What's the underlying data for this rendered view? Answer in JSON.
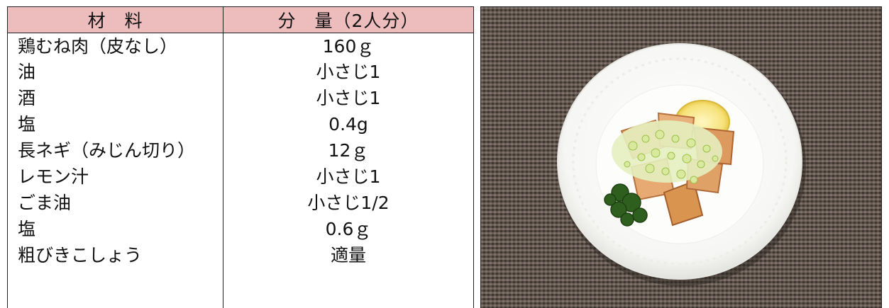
{
  "table": {
    "headers": {
      "ingredient": "材　料",
      "amount": "分　量（2人分）"
    },
    "rows": [
      {
        "ingredient": "鶏むね肉（皮なし）",
        "amount": "160ｇ"
      },
      {
        "ingredient": "油",
        "amount": "小さじ1"
      },
      {
        "ingredient": "酒",
        "amount": "小さじ1"
      },
      {
        "ingredient": "塩",
        "amount": "0.4g"
      },
      {
        "ingredient": "長ネギ（みじん切り）",
        "amount": "12ｇ"
      },
      {
        "ingredient": "レモン汁",
        "amount": "小さじ1"
      },
      {
        "ingredient": "ごま油",
        "amount": "小さじ1/2"
      },
      {
        "ingredient": "塩",
        "amount": "0.6ｇ"
      },
      {
        "ingredient": "粗びきこしょう",
        "amount": "適量"
      }
    ]
  },
  "colors": {
    "header_bg": "#edbdbd",
    "mat": "#5b5048",
    "plate": "#fbfbfa",
    "chicken": "#e3a46c",
    "scallion": "#c9df8a",
    "lemon": "#f6e27a",
    "parsley": "#2f5f1f"
  }
}
